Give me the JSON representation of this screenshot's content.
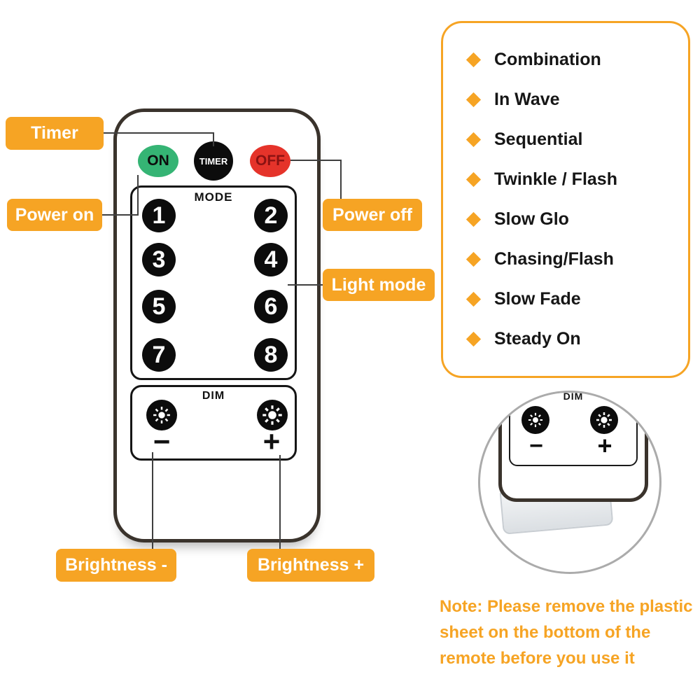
{
  "remote": {
    "buttons": {
      "on": "ON",
      "timer": "TIMER",
      "off": "OFF"
    },
    "mode": {
      "label": "MODE",
      "keys": [
        "1",
        "2",
        "3",
        "4",
        "5",
        "6",
        "7",
        "8"
      ]
    },
    "dim": {
      "label": "DIM",
      "minus": "−",
      "plus": "+"
    }
  },
  "callouts": {
    "timer": "Timer",
    "power_on": "Power on",
    "power_off": "Power off",
    "light_mode": "Light mode",
    "brightness_minus": "Brightness -",
    "brightness_plus": "Brightness +"
  },
  "modes_panel": {
    "items": [
      "Combination",
      "In Wave",
      "Sequential",
      "Twinkle / Flash",
      "Slow Glo",
      "Chasing/Flash",
      "Slow Fade",
      "Steady On"
    ]
  },
  "zoom_view": {
    "dim_label": "DIM",
    "minus": "−",
    "plus": "+"
  },
  "note": {
    "text": "Note: Please remove the plastic\nsheet on the bottom of the\nremote before you use it"
  },
  "colors": {
    "accent_orange": "#F6A424",
    "on_green": "#35B474",
    "off_red": "#E5332A",
    "key_black": "#0C0C0C"
  }
}
